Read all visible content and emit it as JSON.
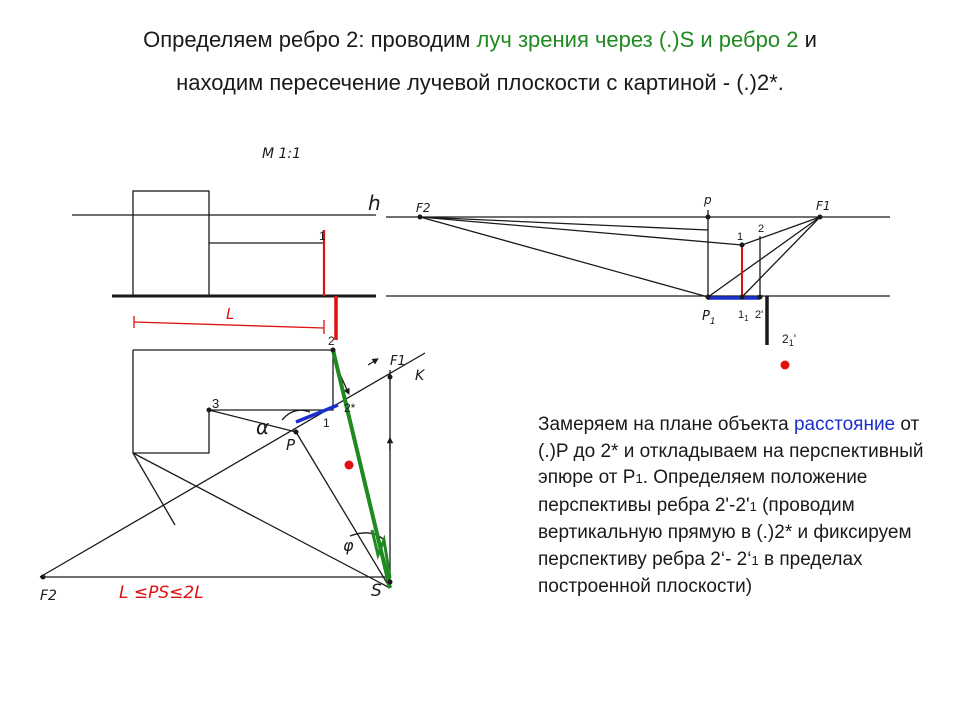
{
  "title": {
    "line1_a": "Определяем ребро 2: проводим ",
    "line1_green": "луч зрения через (.)S и ребро 2",
    "line1_b": " и",
    "line2": "находим пересечение лучевой плоскости с картиной - (.)2*."
  },
  "body": {
    "t1": "Замеряем на плане объекта ",
    "t1_blue": "расстояние",
    "t2": " от (.)P до 2* и откладываем на перспективный эпюре от P",
    "t2_sub": "1",
    "t3": ". Определяем положение перспективы ребра 2'-2'",
    "t3_sub": "1",
    "t4": " (проводим вертикальную прямую в (.)2* и фиксируем перспективу ребра 2‘- 2‘",
    "t4_sub": "1",
    "t5": " в пределах построенной плоскости)"
  },
  "labels": {
    "scale": "М 1:1",
    "h": "h",
    "L": "L",
    "one": "1",
    "two": "2",
    "two_star": "2*",
    "three": "3",
    "alpha": "α",
    "P": "P",
    "F1": "F1",
    "F2": "F2",
    "K": "K",
    "phi": "φ",
    "S": "S",
    "formula": "L ≤PS≤2L",
    "F2_right": "F2",
    "p_small": "p",
    "F1_right": "F1",
    "P1": "P",
    "P1_sub": "1",
    "one_sub": "1",
    "one_sub_sub": "1",
    "two_prime": "2'",
    "two_one_prime": "2",
    "two_one_prime_sub": "1",
    "prime": "'"
  },
  "colors": {
    "ink": "#1a1a1a",
    "green": "#1f8a1f",
    "blue": "#1a2fcc",
    "red": "#e01010"
  }
}
